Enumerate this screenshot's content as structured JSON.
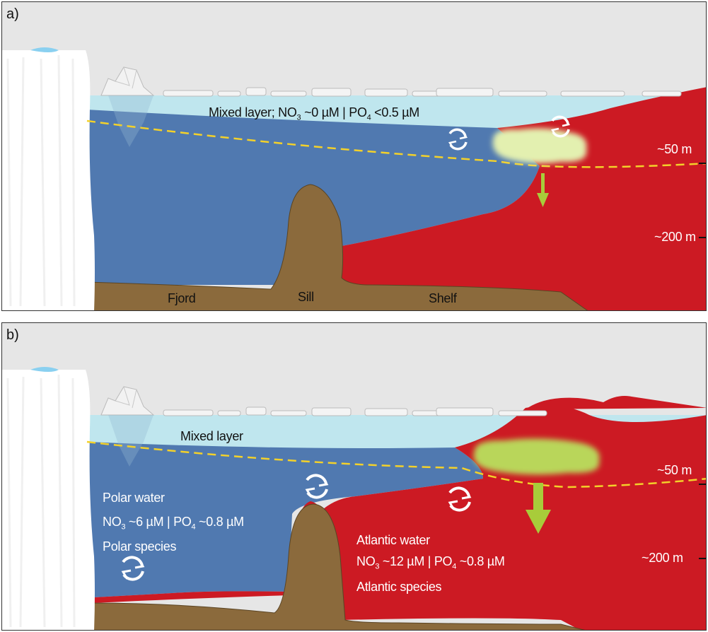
{
  "panel_a": {
    "label": "a)",
    "mixed_layer_text": {
      "a": "Mixed layer; NO",
      "sub1": "3",
      "b": " ~0 µM | PO",
      "sub2": "4",
      "c": " <0.5 µM"
    },
    "depth_50": "~50 m",
    "depth_200": "~200 m",
    "fjord": "Fjord",
    "sill": "Sill",
    "shelf": "Shelf"
  },
  "panel_b": {
    "label": "b)",
    "mixed_layer": "Mixed layer",
    "polar": {
      "title": "Polar water",
      "no_a": "NO",
      "no_sub": "3",
      "no_b": " ~6 µM | PO",
      "po_sub": "4",
      "po_b": " ~0.8 µM",
      "species": "Polar species"
    },
    "atlantic": {
      "title": "Atlantic water",
      "no_a": "NO",
      "no_sub": "3",
      "no_b": " ~12 µM | PO",
      "po_sub": "4",
      "po_b": " ~0.8 µM",
      "species": "Atlantic species"
    },
    "depth_50": "~50 m",
    "depth_200": "~200 m"
  },
  "colors": {
    "sky": "#e6e6e6",
    "mixed_layer": "#bfe6ee",
    "polar_water": "#5079b0",
    "atlantic_water": "#cc1a23",
    "seabed": "#8b6a3c",
    "glacier": "#ffffff",
    "bloom_a": "#e3f0b0",
    "bloom_b": "#b9d65a",
    "arrow": "#a8cc3a",
    "pycnocline": "#f3d12a"
  },
  "icons": [
    "glacier-icon",
    "iceberg-icon",
    "sea-ice-icon",
    "mixing-arrows-icon",
    "phytoplankton-bloom-icon",
    "sinking-arrow-icon"
  ]
}
